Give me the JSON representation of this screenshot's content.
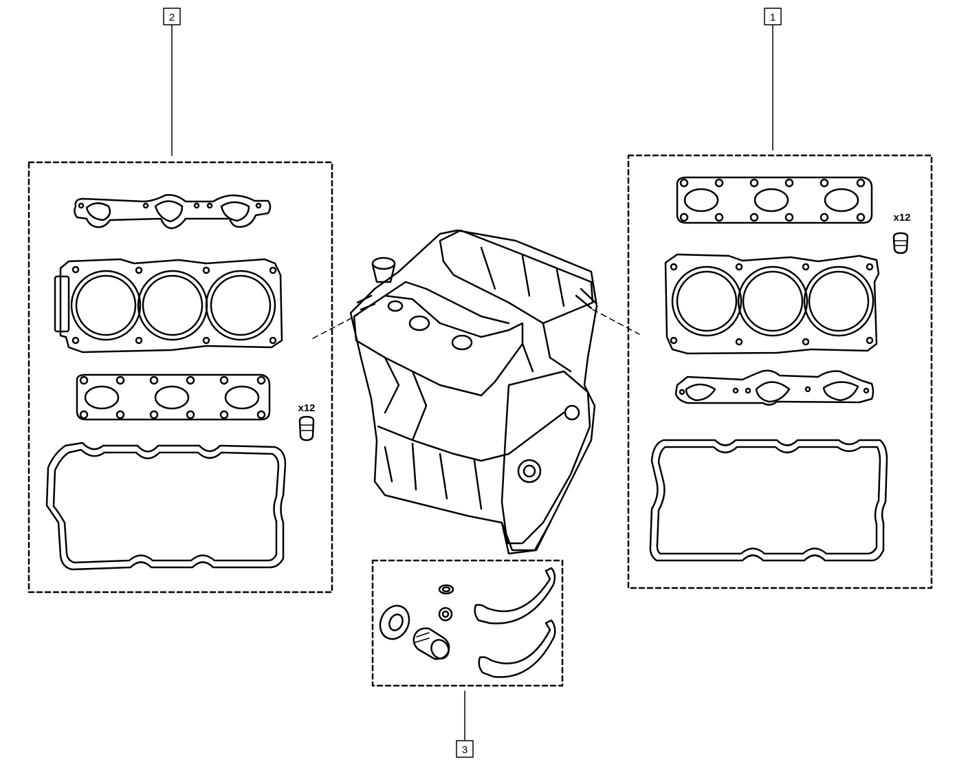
{
  "diagram": {
    "callouts": {
      "kit_1": "1",
      "kit_2": "2",
      "kit_3": "3"
    },
    "quantities": {
      "left_plugs": "x12",
      "right_plugs": "x12"
    },
    "colors": {
      "line": "#000000",
      "background": "#ffffff"
    }
  }
}
